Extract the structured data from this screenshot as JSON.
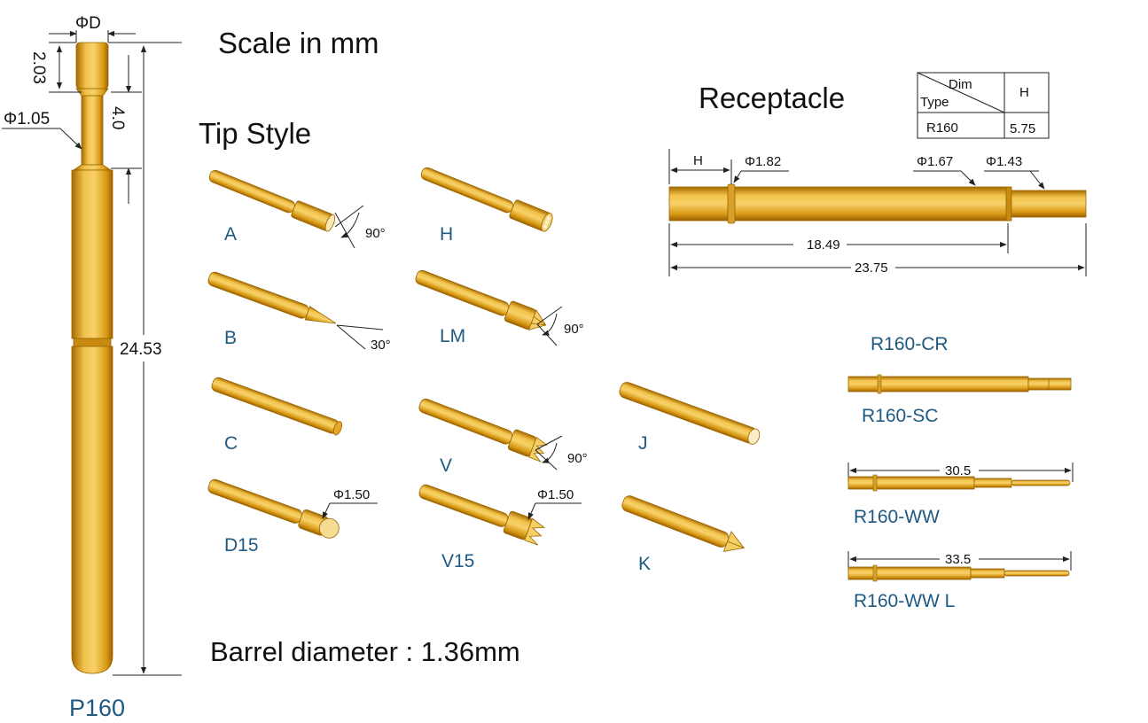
{
  "title_scale": "Scale in mm",
  "title_tip_style": "Tip Style",
  "title_receptacle": "Receptacle",
  "barrel_diameter_text": "Barrel diameter : 1.36mm",
  "probe": {
    "name": "P160",
    "dim_phi_d": "ΦD",
    "dim_2_03": "2.03",
    "dim_4_0": "4.0",
    "dim_phi_1_05": "Φ1.05",
    "dim_24_53": "24.53"
  },
  "tips": [
    {
      "label": "A",
      "angle": "90°"
    },
    {
      "label": "B",
      "angle": "30°"
    },
    {
      "label": "C"
    },
    {
      "label": "D15",
      "diameter": "Φ1.50"
    },
    {
      "label": "H"
    },
    {
      "label": "LM",
      "angle": "90°"
    },
    {
      "label": "V",
      "angle": "90°"
    },
    {
      "label": "V15",
      "diameter": "Φ1.50"
    },
    {
      "label": "J"
    },
    {
      "label": "K"
    }
  ],
  "dim_table": {
    "corner_top": "Dim",
    "corner_bottom": "Type",
    "col_header": "H",
    "row_type": "R160",
    "row_value": "5.75"
  },
  "receptacle": {
    "dim_h": "H",
    "dim_phi_1_82": "Φ1.82",
    "dim_phi_1_67": "Φ1.67",
    "dim_phi_1_43": "Φ1.43",
    "dim_18_49": "18.49",
    "dim_23_75": "23.75"
  },
  "variants": [
    {
      "name": "R160-CR"
    },
    {
      "name": "R160-SC"
    },
    {
      "name": "R160-WW",
      "length": "30.5"
    },
    {
      "name": "R160-WW L",
      "length": "33.5"
    }
  ]
}
